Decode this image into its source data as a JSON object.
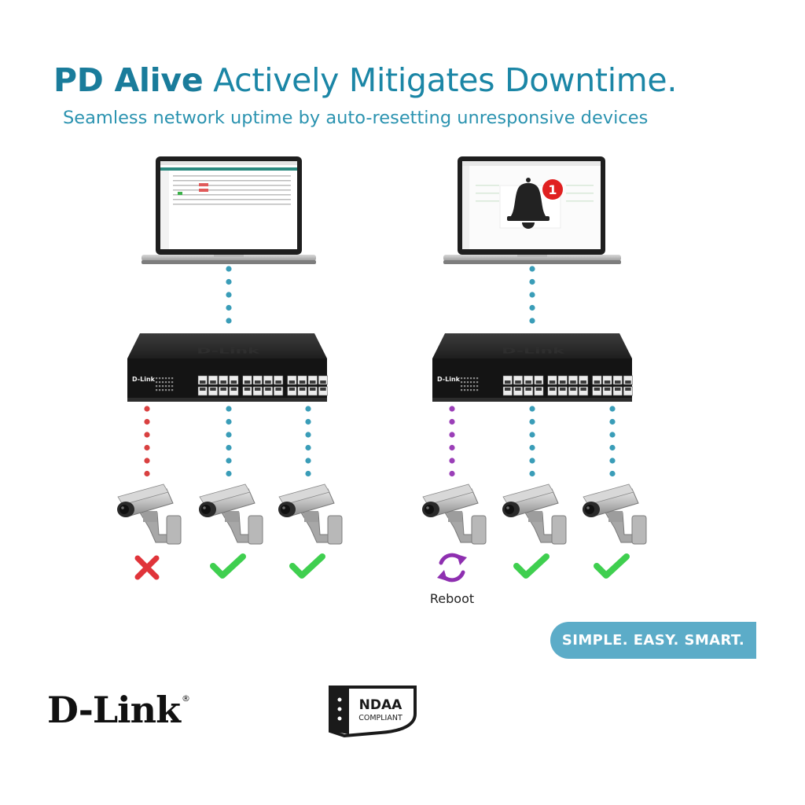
{
  "headline": {
    "strong": "PD Alive",
    "rest": "Actively Mitigates Downtime."
  },
  "subheadline": "Seamless network uptime by auto-resetting unresponsive devices",
  "left_scenario": {
    "switch_brand": "D-Link",
    "cameras": [
      {
        "status": "failed",
        "icon": "red-x-icon",
        "link_color": "#d94040"
      },
      {
        "status": "ok",
        "icon": "green-check-icon",
        "link_color": "#3a9db8"
      },
      {
        "status": "ok",
        "icon": "green-check-icon",
        "link_color": "#3a9db8"
      }
    ]
  },
  "right_scenario": {
    "switch_brand": "D-Link",
    "alert_count": "1",
    "cameras": [
      {
        "status": "rebooting",
        "icon": "reboot-icon",
        "label": "Reboot",
        "link_color": "#9b3fb8"
      },
      {
        "status": "ok",
        "icon": "green-check-icon",
        "link_color": "#3a9db8"
      },
      {
        "status": "ok",
        "icon": "green-check-icon",
        "link_color": "#3a9db8"
      }
    ]
  },
  "uplink_color": "#3a9db8",
  "tagline": "SIMPLE. EASY. SMART.",
  "brand": {
    "name": "D-Link",
    "mark": "®"
  },
  "badge": {
    "line1": "NDAA",
    "line2": "COMPLIANT"
  },
  "colors": {
    "accent": "#1b86a6",
    "tagline_bg": "#5cacc8",
    "check": "#3fcf4f",
    "cross": "#e0343a",
    "reboot": "#8e2fb0"
  }
}
